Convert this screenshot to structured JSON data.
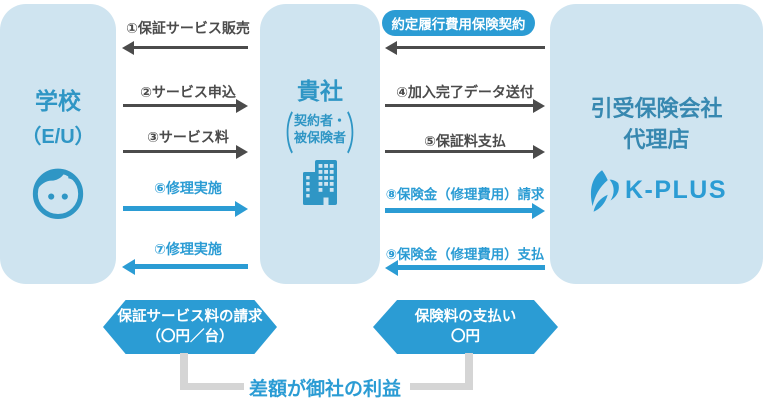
{
  "colors": {
    "accent_blue": "#2b9cd4",
    "box_background": "#cfe4f0",
    "box_title_blue": "#2f96c5",
    "insurer_title_blue": "#3788b0",
    "dark_gray": "#4b4b4b",
    "connector_gray": "#d5d5d5",
    "badge_text": "#ffffff"
  },
  "boxes": {
    "school": {
      "title": "学校",
      "subtitle": "（E/U）",
      "icon": "student-face-icon"
    },
    "company": {
      "title": "貴社",
      "paren_open": "（",
      "paren_close": "）",
      "role_line1": "契約者・",
      "role_line2": "被保険者",
      "icon": "office-building-icon"
    },
    "insurer": {
      "title_line1": "引受保険会社",
      "title_line2": "代理店",
      "logo_text": "K-PLUS",
      "icon": "kplus-swoosh-icon"
    }
  },
  "left_flows": [
    {
      "label": "①保証サービス販売",
      "direction": "left",
      "style": "dark"
    },
    {
      "label": "②サービス申込",
      "direction": "right",
      "style": "dark"
    },
    {
      "label": "③サービス料",
      "direction": "right",
      "style": "dark"
    },
    {
      "label": "⑥修理実施",
      "direction": "right",
      "style": "blue"
    },
    {
      "label": "⑦修理実施",
      "direction": "left",
      "style": "blue"
    }
  ],
  "right_flows": [
    {
      "label": "約定履行費用保険契約",
      "direction": "left",
      "style": "dark",
      "badge": true
    },
    {
      "label": "④加入完了データ送付",
      "direction": "right",
      "style": "dark"
    },
    {
      "label": "⑤保証料支払",
      "direction": "right",
      "style": "dark"
    },
    {
      "label": "⑧保険金（修理費用）請求",
      "direction": "right",
      "style": "blue"
    },
    {
      "label": "⑨保険金（修理費用）支払",
      "direction": "left",
      "style": "blue"
    }
  ],
  "bottom": {
    "left_badge": {
      "line1": "保証サービス料の請求",
      "line2": "（〇円／台）"
    },
    "right_badge": {
      "line1": "保険料の支払い",
      "line2": "〇円"
    },
    "profit_label": "差額が御社の利益"
  }
}
